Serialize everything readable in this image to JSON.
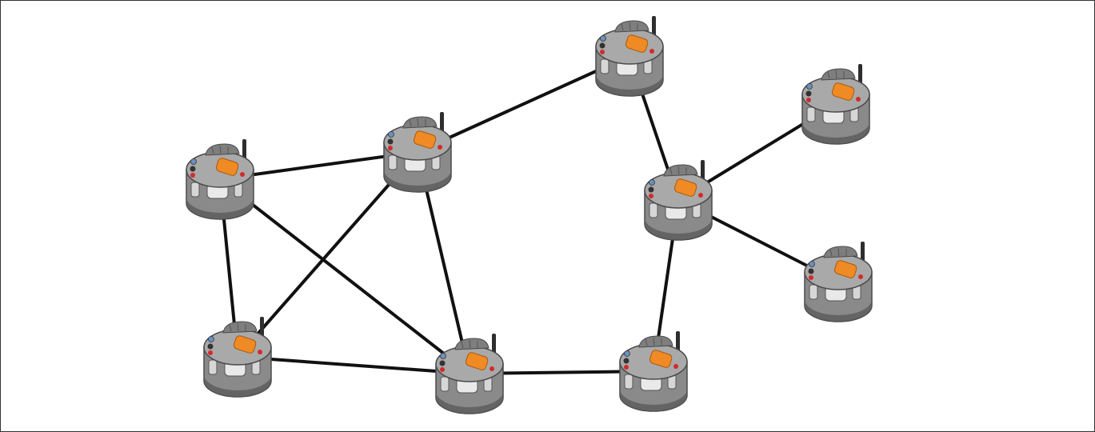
{
  "diagram": {
    "type": "robot-network",
    "colors": {
      "link": "#111111",
      "robot_body": "#8a8a8a",
      "robot_top": "#a9a9a9",
      "robot_dark": "#5a5a5a",
      "module_orange": "#f08a24",
      "led_red": "#d42a2a",
      "led_blue": "#6a8fc0"
    },
    "nodes": [
      {
        "id": "n1",
        "icon": "robot-icon"
      },
      {
        "id": "n2",
        "icon": "robot-icon"
      },
      {
        "id": "n3",
        "icon": "robot-icon"
      },
      {
        "id": "n4",
        "icon": "robot-icon"
      },
      {
        "id": "n5",
        "icon": "robot-icon"
      },
      {
        "id": "n6",
        "icon": "robot-icon"
      },
      {
        "id": "n7",
        "icon": "robot-icon"
      },
      {
        "id": "n8",
        "icon": "robot-icon"
      },
      {
        "id": "n9",
        "icon": "robot-icon"
      }
    ],
    "edges": [
      [
        "n1",
        "n2"
      ],
      [
        "n1",
        "n4"
      ],
      [
        "n1",
        "n5"
      ],
      [
        "n4",
        "n2"
      ],
      [
        "n2",
        "n5"
      ],
      [
        "n2",
        "n3"
      ],
      [
        "n4",
        "n5"
      ],
      [
        "n5",
        "n6"
      ],
      [
        "n6",
        "n7"
      ],
      [
        "n3",
        "n7"
      ],
      [
        "n7",
        "n8"
      ],
      [
        "n7",
        "n9"
      ]
    ]
  }
}
